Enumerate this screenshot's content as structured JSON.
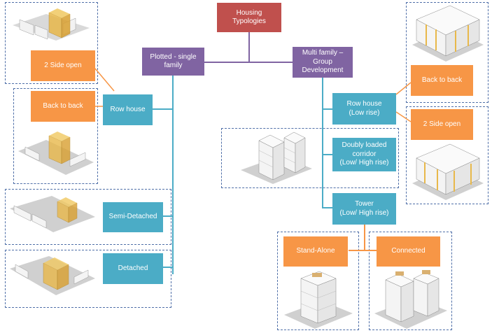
{
  "root": "Housing Typologies",
  "left": {
    "title": "Plotted - single family",
    "items": [
      "Row house",
      "Semi-Detached",
      "Detached"
    ],
    "row_house_variants": [
      "2 Side open",
      "Back to back"
    ]
  },
  "right": {
    "title": "Multi family – Group Development",
    "items": [
      {
        "label": "Row house",
        "sub": "(Low rise)"
      },
      {
        "label": "Doubly loaded corridor",
        "sub": "(Low/ High rise)"
      },
      {
        "label": "Tower",
        "sub": "(Low/ High rise)"
      }
    ],
    "row_house_variants": [
      "Back to back",
      "2 Side open"
    ],
    "tower_variants": [
      "Stand-Alone",
      "Connected"
    ]
  },
  "colors": {
    "root": "#c0504d",
    "category": "#8064a2",
    "type": "#4bacc6",
    "variant": "#f79646",
    "highlight": "#e8b84a",
    "frame": "#4f6fa8"
  }
}
